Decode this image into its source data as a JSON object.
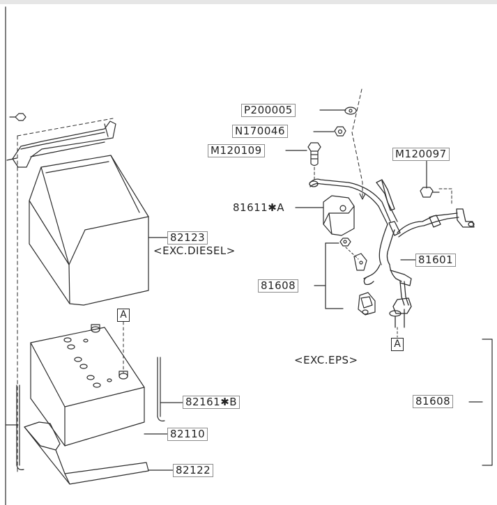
{
  "parts": {
    "p200005": "P200005",
    "n170046": "N170046",
    "m120109": "M120109",
    "m120097": "M120097",
    "p81611a": "81611✱A",
    "p81601": "81601",
    "p81608_left": "81608",
    "p81608_right": "81608",
    "p82123": "82123",
    "p82161b": "82161✱B",
    "p82110": "82110",
    "p82122": "82122"
  },
  "notes": {
    "exc_diesel": "<EXC.DIESEL>",
    "exc_eps": "<EXC.EPS>"
  },
  "refs": {
    "ref_a_battery": "A",
    "ref_a_harness": "A"
  }
}
